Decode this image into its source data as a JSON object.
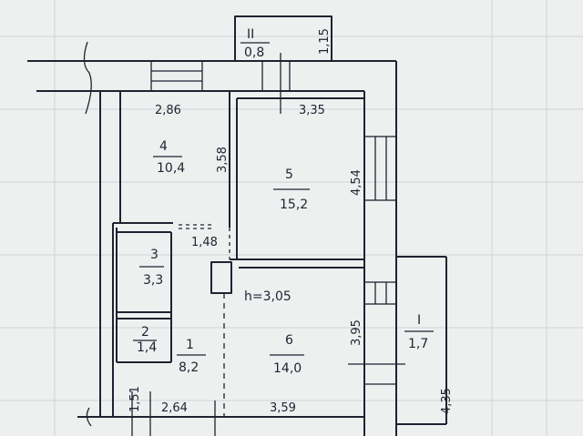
{
  "rooms": [
    {
      "number": "4",
      "area": "10,4"
    },
    {
      "number": "5",
      "area": "15,2"
    },
    {
      "number": "3",
      "area": "3,3"
    },
    {
      "number": "2",
      "area": "1,4"
    },
    {
      "number": "1",
      "area": "8,2"
    },
    {
      "number": "6",
      "area": "14,0"
    },
    {
      "number": "I",
      "area": "1,7"
    },
    {
      "number": "II",
      "area": "0,8"
    }
  ],
  "ceiling_height": "h=3,05",
  "dimensions": [
    "2,86",
    "3,35",
    "3,58",
    "4,54",
    "1,48",
    "3,95",
    "4,35",
    "1,15",
    "1,51",
    "2,64",
    "3,59"
  ]
}
